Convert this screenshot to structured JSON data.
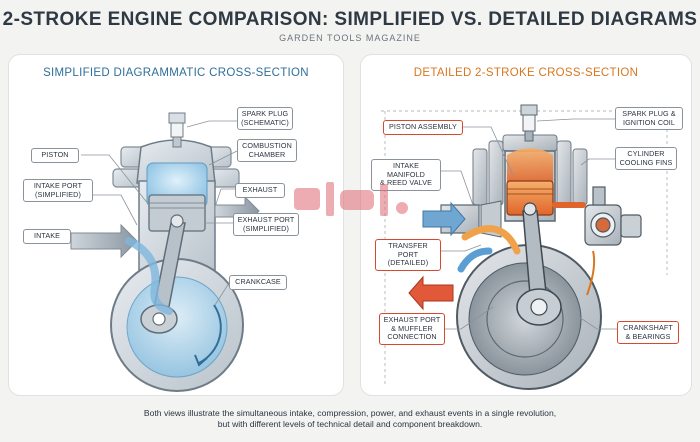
{
  "header": {
    "title": "2-STROKE ENGINE COMPARISON: SIMPLIFIED VS. DETAILED DIAGRAMS",
    "subtitle": "GARDEN TOOLS MAGAZINE"
  },
  "left_panel": {
    "title": "SIMPLIFIED DIAGRAMMATIC CROSS-SECTION",
    "labels": {
      "spark_plug": "SPARK PLUG\n(SCHEMATIC)",
      "piston": "PISTON",
      "combustion_chamber": "COMBUSTION\nCHAMBER",
      "intake_port": "INTAKE PORT\n(SIMPLIFIED)",
      "exhaust": "EXHAUST",
      "intake": "INTAKE",
      "exhaust_port": "EXHAUST PORT\n(SIMPLIFIED)",
      "crankcase": "CRANKCASE"
    }
  },
  "right_panel": {
    "title": "DETAILED 2-STROKE CROSS-SECTION",
    "labels": {
      "spark_plug": "SPARK PLUG &\nIGNITION COIL",
      "piston_assembly": "PISTON ASSEMBLY",
      "cooling_fins": "CYLINDER\nCOOLING FINS",
      "intake_manifold": "INTAKE MANIFOLD\n& REED VALVE",
      "transfer_port": "TRANSFER PORT\n(DETAILED)",
      "exhaust_muffler": "EXHAUST PORT\n& MUFFLER\nCONNECTION",
      "crankshaft": "CRANKSHAFT\n& BEARINGS"
    }
  },
  "caption": {
    "line1": "Both views illustrate the simultaneous intake, compression, power, and exhaust events in a single revolution,",
    "line2": "but with different levels of technical detail and component breakdown."
  },
  "colors": {
    "left_accent": "#2f6f9a",
    "right_accent": "#d9771f",
    "callout_red": "#d7492f"
  }
}
